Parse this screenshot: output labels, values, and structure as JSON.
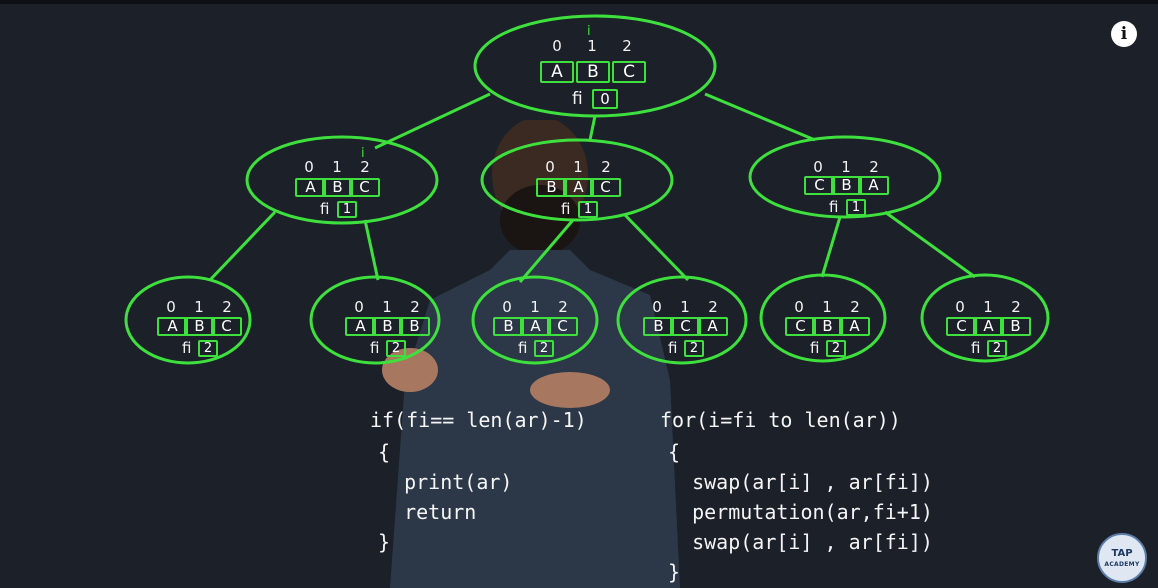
{
  "tree": {
    "root": {
      "indices": [
        "0",
        "1",
        "2"
      ],
      "cells": [
        "A",
        "B",
        "C"
      ],
      "fi_label": "fi",
      "fi_value": "0",
      "marker": "i"
    },
    "level1": [
      {
        "indices": [
          "0",
          "1",
          "2"
        ],
        "cells": [
          "A",
          "B",
          "C"
        ],
        "fi_label": "fi",
        "fi_value": "1",
        "marker": "i"
      },
      {
        "indices": [
          "0",
          "1",
          "2"
        ],
        "cells": [
          "B",
          "A",
          "C"
        ],
        "fi_label": "fi",
        "fi_value": "1",
        "marker": ""
      },
      {
        "indices": [
          "0",
          "1",
          "2"
        ],
        "cells": [
          "C",
          "B",
          "A"
        ],
        "fi_label": "fi",
        "fi_value": "1",
        "marker": ""
      }
    ],
    "level2": [
      {
        "indices": [
          "0",
          "1",
          "2"
        ],
        "cells": [
          "A",
          "B",
          "C"
        ],
        "fi_label": "fi",
        "fi_value": "2"
      },
      {
        "indices": [
          "0",
          "1",
          "2"
        ],
        "cells": [
          "A",
          "B",
          "B"
        ],
        "fi_label": "fi",
        "fi_value": "2"
      },
      {
        "indices": [
          "0",
          "1",
          "2"
        ],
        "cells": [
          "B",
          "A",
          "C"
        ],
        "fi_label": "fi",
        "fi_value": "2"
      },
      {
        "indices": [
          "0",
          "1",
          "2"
        ],
        "cells": [
          "B",
          "C",
          "A"
        ],
        "fi_label": "fi",
        "fi_value": "2"
      },
      {
        "indices": [
          "0",
          "1",
          "2"
        ],
        "cells": [
          "C",
          "B",
          "A"
        ],
        "fi_label": "fi",
        "fi_value": "2"
      },
      {
        "indices": [
          "0",
          "1",
          "2"
        ],
        "cells": [
          "C",
          "A",
          "B"
        ],
        "fi_label": "fi",
        "fi_value": "2"
      }
    ]
  },
  "code": {
    "left": [
      "if(fi== len(ar)-1)",
      "{",
      "  print(ar)",
      "  return",
      "}"
    ],
    "right": [
      "for(i=fi to len(ar))",
      "{",
      "  swap(ar[i] , ar[fi])",
      "  permutation(ar,fi+1)",
      "  swap(ar[i] , ar[fi])",
      "}"
    ]
  },
  "controls": {
    "info_symbol": "i"
  },
  "logo": {
    "line1": "TAP",
    "line2": "ACADEMY"
  },
  "colors": {
    "accent": "#3ee03e",
    "background": "#1b2029",
    "text": "#ffffff"
  }
}
